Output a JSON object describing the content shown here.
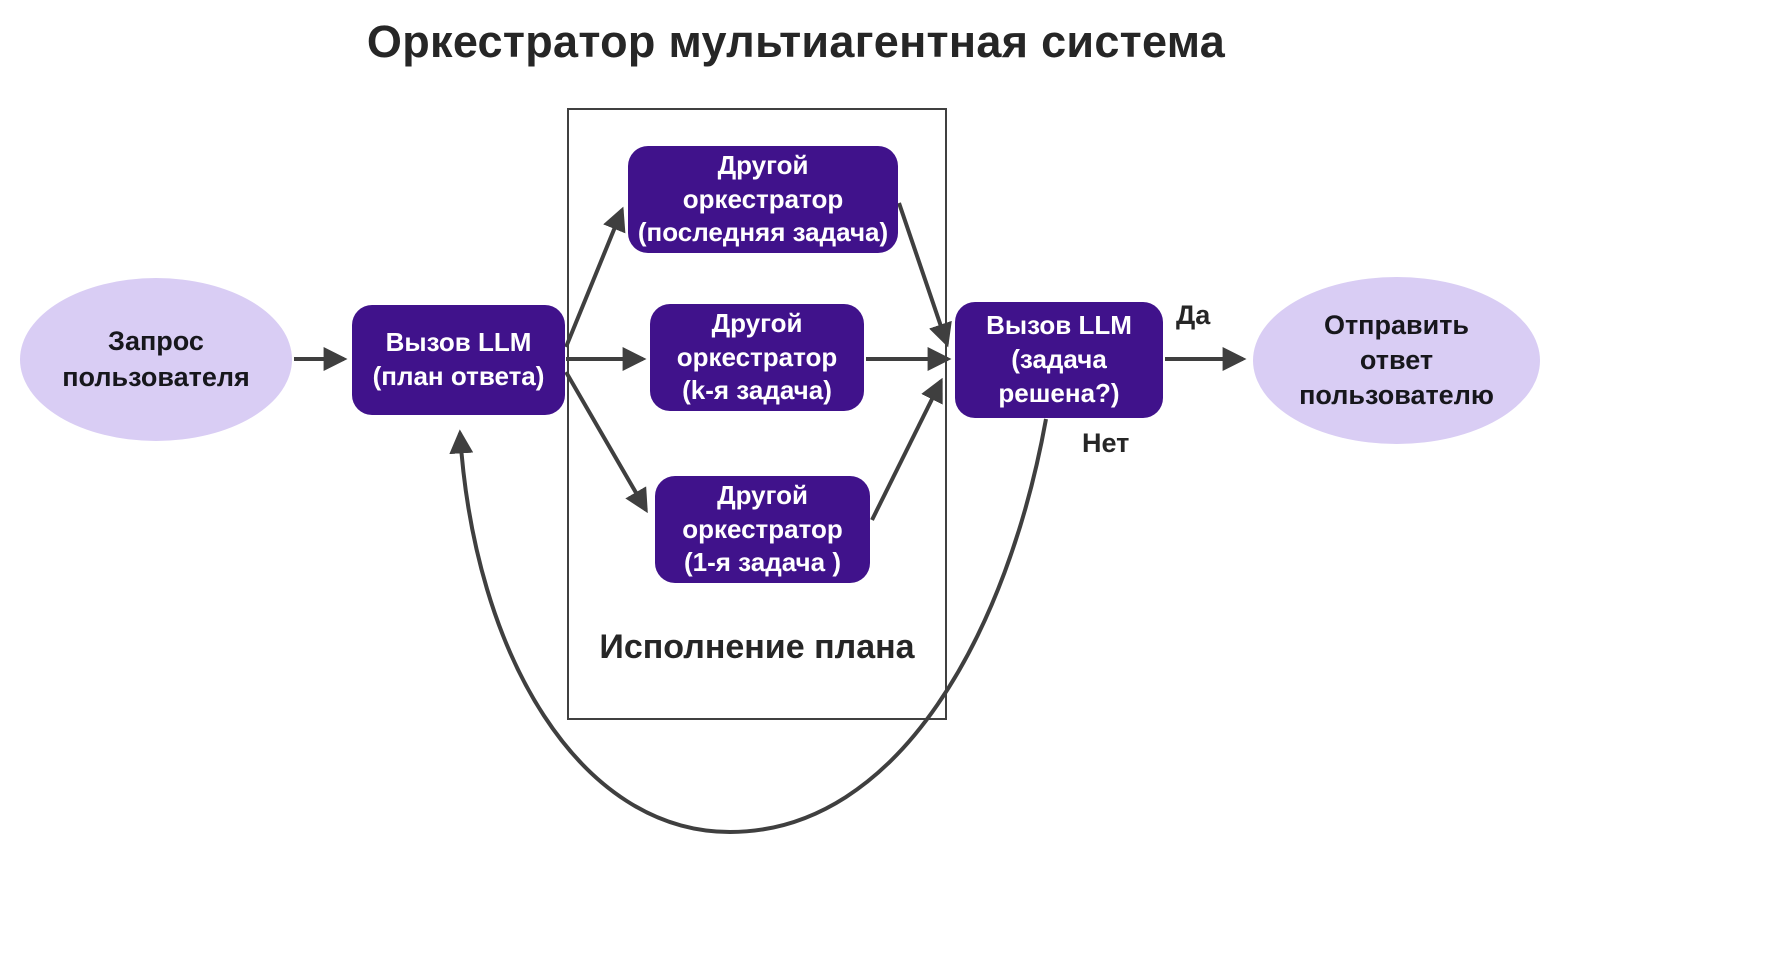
{
  "title": "Оркестратор мультиагентная система",
  "container": {
    "label": "Исполнение плана"
  },
  "nodes": {
    "user_request": {
      "label": "Запрос\nпользователя"
    },
    "llm_plan": {
      "label": "Вызов LLM\n(план ответа)"
    },
    "orchestrator_last": {
      "label": "Другой\nоркестратор\n(последняя задача)"
    },
    "orchestrator_k": {
      "label": "Другой\nоркестратор\n(k-я задача)"
    },
    "orchestrator_1": {
      "label": "Другой\nоркестратор\n(1-я задача )"
    },
    "llm_check": {
      "label": "Вызов LLM\n(задача\nрешена?)"
    },
    "send_response": {
      "label": "Отправить\nответ\nпользователю"
    }
  },
  "edge_labels": {
    "yes": "Да",
    "no": "Нет"
  },
  "colors": {
    "box_purple": "#40128B",
    "ellipse_lavender": "#D9CDF4",
    "arrow": "#3F3F3F",
    "text_dark": "#262626"
  }
}
